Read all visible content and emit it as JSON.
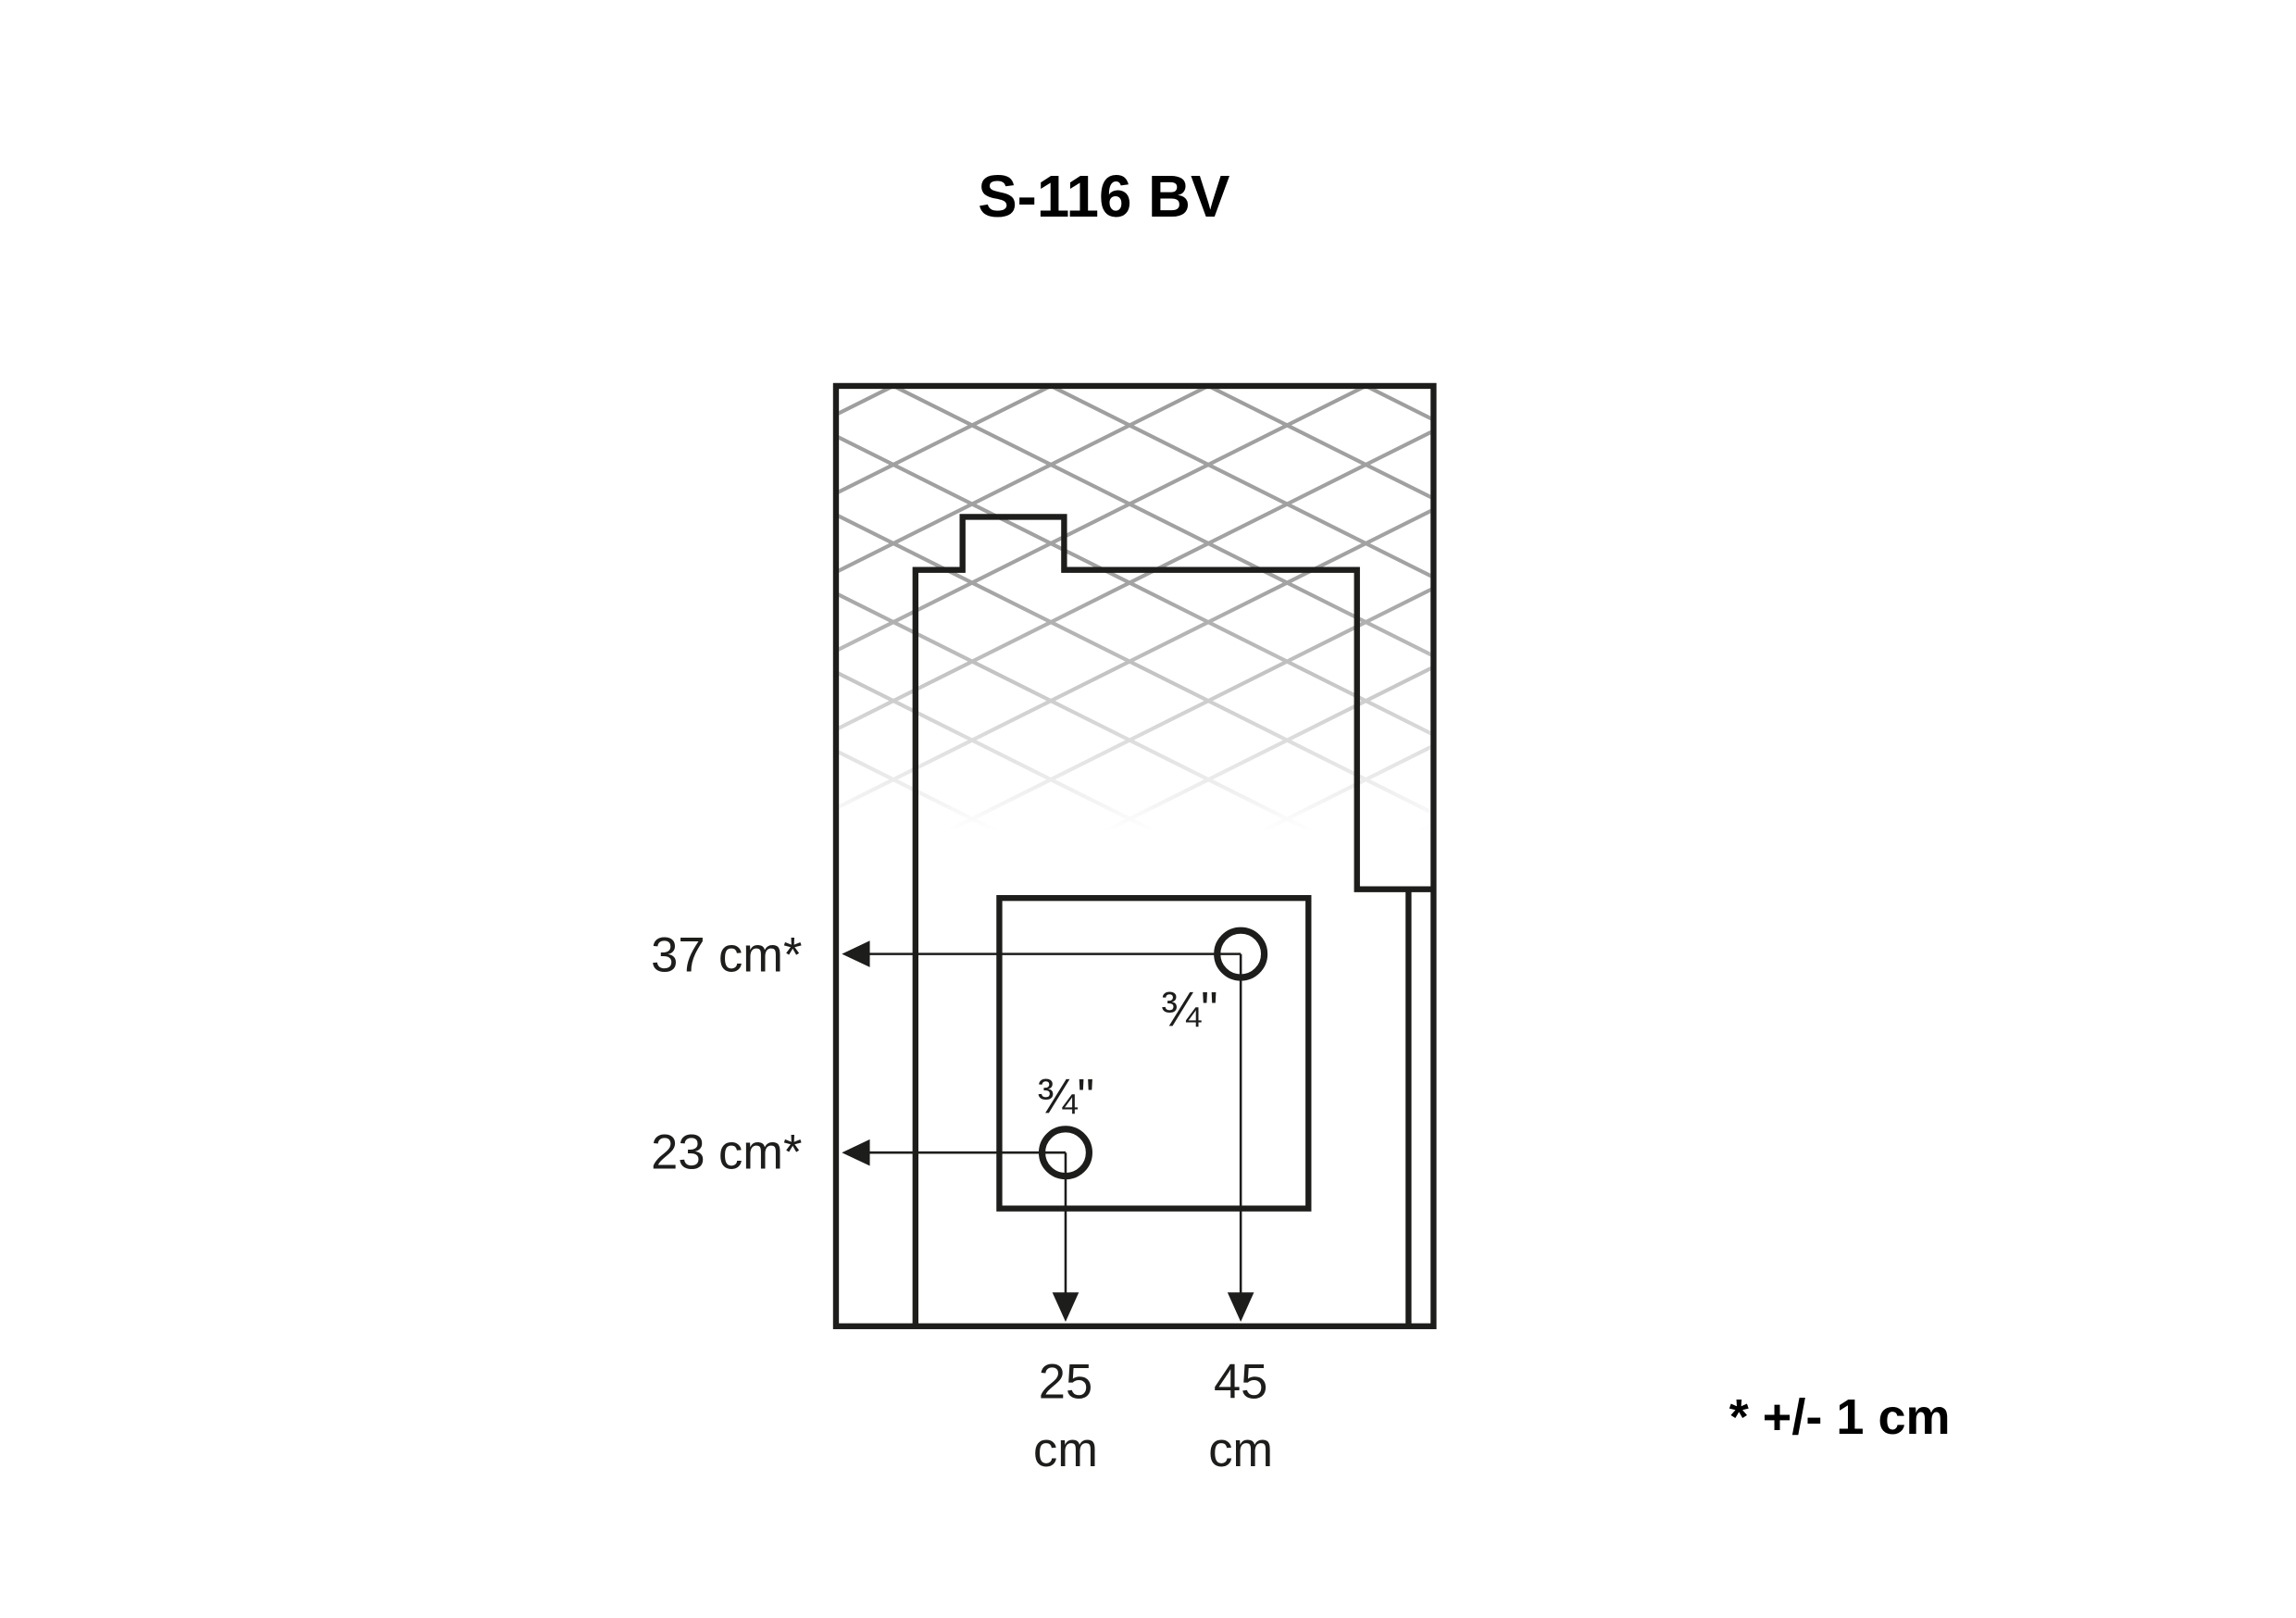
{
  "title": "S-116 BV",
  "dimensions": {
    "left_upper": "37 cm*",
    "left_lower": "23 cm*",
    "bottom_left_value": "25",
    "bottom_left_unit": "cm",
    "bottom_right_value": "45",
    "bottom_right_unit": "cm"
  },
  "connections": {
    "upper_size": "¾\"",
    "lower_size": "¾\""
  },
  "tolerance_note": "* +/- 1 cm",
  "colors": {
    "line": "#1d1d1b",
    "hatch": "#9e9e9e"
  }
}
